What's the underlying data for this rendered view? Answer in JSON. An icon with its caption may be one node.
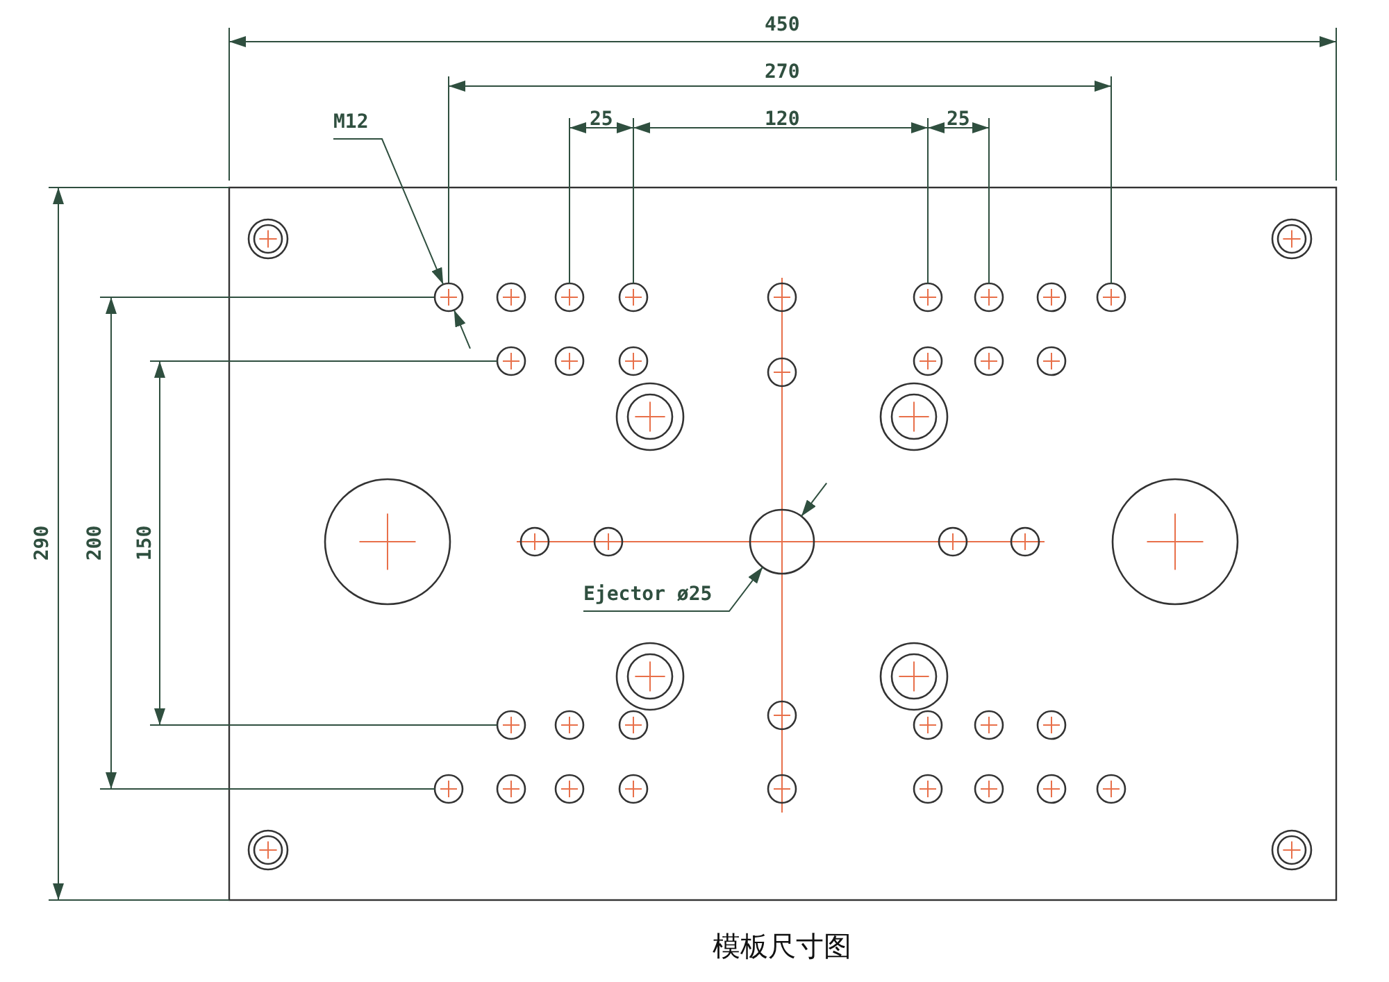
{
  "diagram": {
    "caption": "模板尺寸图",
    "nodes": [
      {
        "text": [
          "M12"
        ]
      },
      {
        "text": [],
        "shape": "circle"
      },
      {
        "text": [
          "Ejector ø25"
        ]
      },
      {
        "text": [],
        "shape": "circle"
      }
    ],
    "edges": [
      {
        "from": 0,
        "to": 1,
        "arrow": "to"
      },
      {
        "from": 2,
        "to": 3,
        "arrow": "to"
      }
    ],
    "labels": [
      "450",
      "270",
      "25",
      "120",
      "25",
      "290",
      "200",
      "150"
    ]
  }
}
